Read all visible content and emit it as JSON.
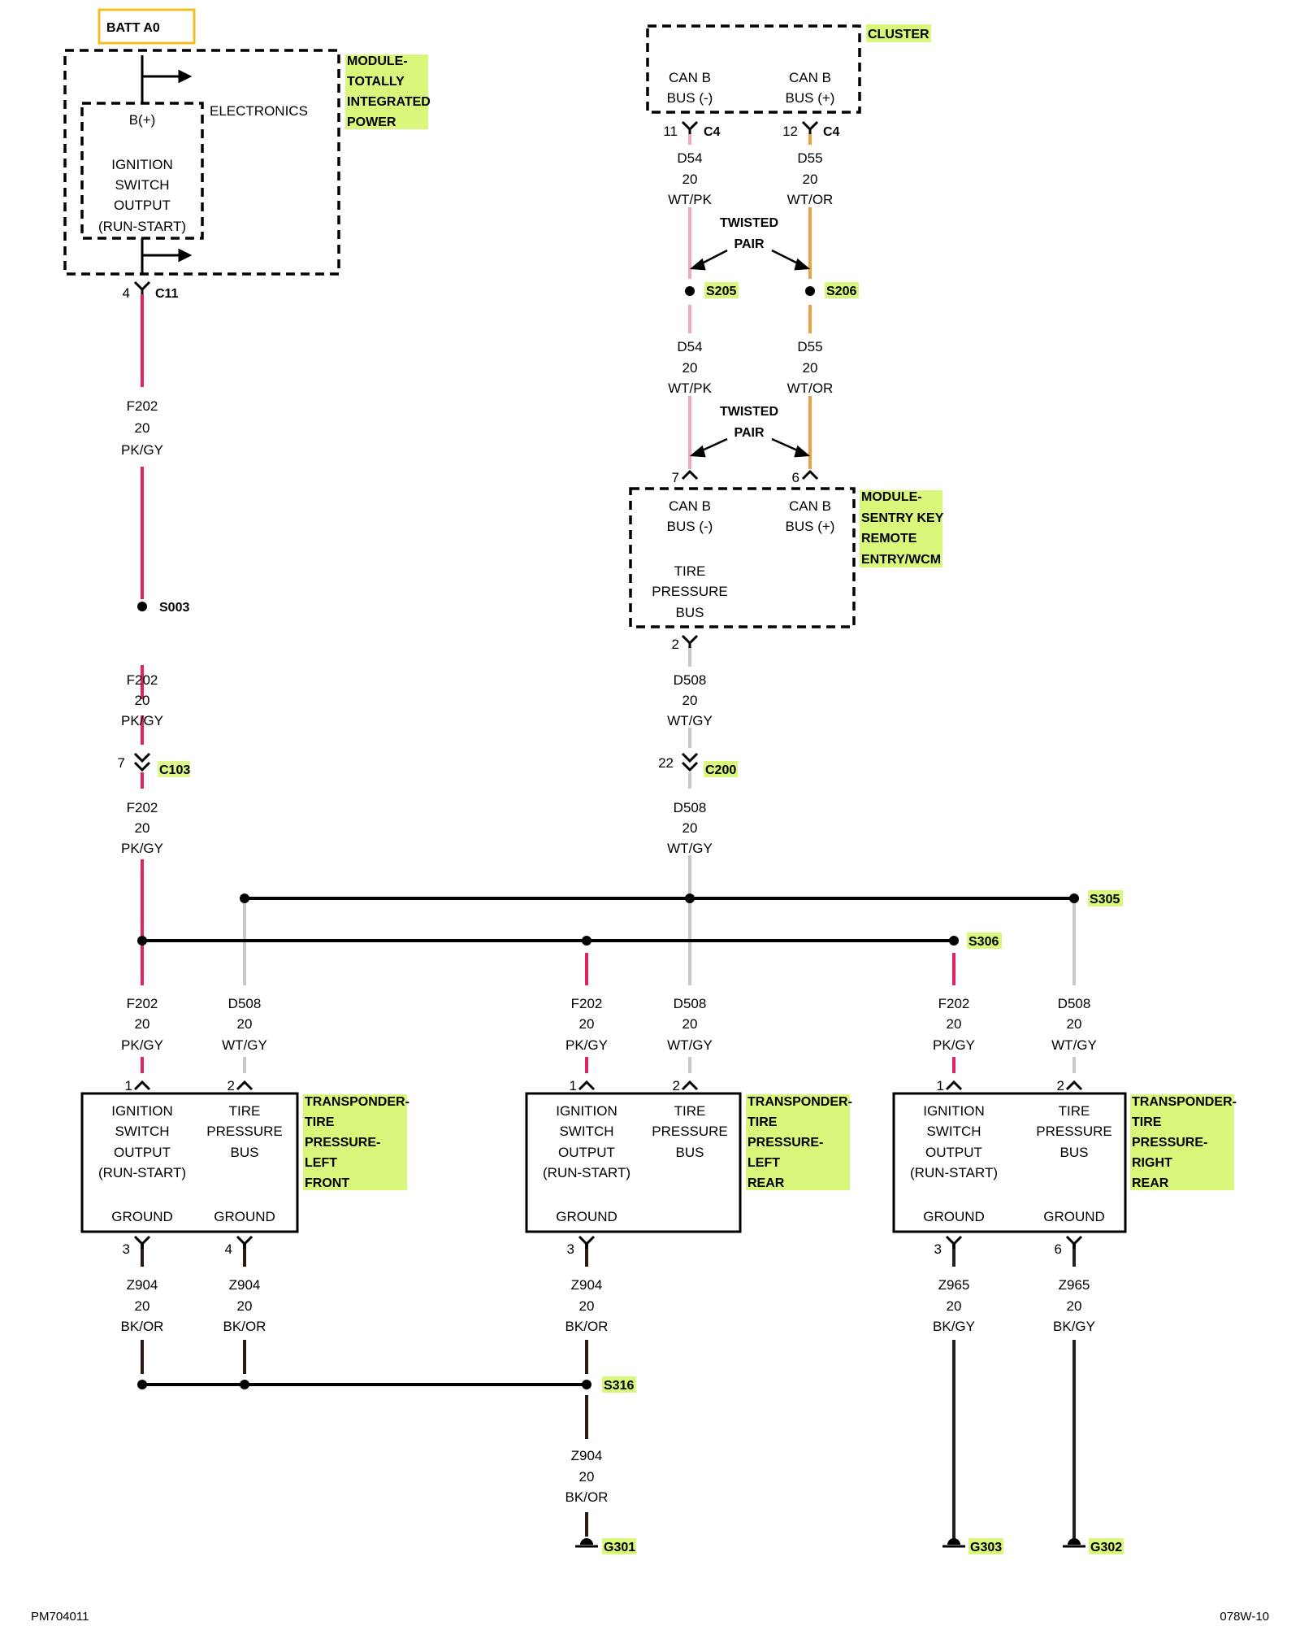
{
  "diagram": {
    "batt_label": "BATT A0",
    "tipm": {
      "title": "MODULE-TOTALLY INTEGRATED POWER",
      "title_lines": [
        "MODULE-",
        "TOTALLY",
        "INTEGRATED",
        "POWER"
      ],
      "electronics": "ELECTRONICS",
      "b_plus": "B(+)",
      "iso_lines": [
        "IGNITION",
        "SWITCH",
        "OUTPUT",
        "(RUN-START)"
      ],
      "pin": "4",
      "connector": "C11"
    },
    "cluster": {
      "title": "CLUSTER",
      "can_minus": [
        "CAN B",
        "BUS (-)"
      ],
      "can_plus": [
        "CAN B",
        "BUS (+)"
      ],
      "pin_left": "11",
      "pin_right": "12",
      "connector": "C4"
    },
    "twisted_pair": [
      "TWISTED",
      "PAIR"
    ],
    "wires": {
      "d54": [
        "D54",
        "20",
        "WT/PK"
      ],
      "d55": [
        "D55",
        "20",
        "WT/OR"
      ],
      "f202": [
        "F202",
        "20",
        "PK/GY"
      ],
      "d508": [
        "D508",
        "20",
        "WT/GY"
      ],
      "z904": [
        "Z904",
        "20",
        "BK/OR"
      ],
      "z965": [
        "Z965",
        "20",
        "BK/GY"
      ]
    },
    "splices": {
      "s205": "S205",
      "s206": "S206",
      "s003": "S003",
      "s305": "S305",
      "s306": "S306",
      "s316": "S316"
    },
    "connectors": {
      "c103": "C103",
      "c103_pin": "7",
      "c200": "C200",
      "c200_pin": "22"
    },
    "skreem": {
      "title_lines": [
        "MODULE-",
        "SENTRY KEY",
        "REMOTE",
        "ENTRY/WCM"
      ],
      "can_minus": [
        "CAN B",
        "BUS (-)"
      ],
      "can_plus": [
        "CAN B",
        "BUS (+)"
      ],
      "tpb": [
        "TIRE",
        "PRESSURE",
        "BUS"
      ],
      "pin_left": "7",
      "pin_right": "6",
      "pin_bottom": "2"
    },
    "sensors": [
      {
        "title_lines": [
          "TRANSPONDER-",
          "TIRE",
          "PRESSURE-",
          "LEFT",
          "FRONT"
        ],
        "iso": [
          "IGNITION",
          "SWITCH",
          "OUTPUT",
          "(RUN-START)"
        ],
        "tpb": [
          "TIRE",
          "PRESSURE",
          "BUS"
        ],
        "ground_left": "GROUND",
        "ground_right": "GROUND",
        "pins": [
          "1",
          "2",
          "3",
          "4"
        ]
      },
      {
        "title_lines": [
          "TRANSPONDER-",
          "TIRE",
          "PRESSURE-",
          "LEFT",
          "REAR"
        ],
        "iso": [
          "IGNITION",
          "SWITCH",
          "OUTPUT",
          "(RUN-START)"
        ],
        "tpb": [
          "TIRE",
          "PRESSURE",
          "BUS"
        ],
        "ground_left": "GROUND",
        "pins": [
          "1",
          "2",
          "3"
        ]
      },
      {
        "title_lines": [
          "TRANSPONDER-",
          "TIRE",
          "PRESSURE-",
          "RIGHT",
          "REAR"
        ],
        "iso": [
          "IGNITION",
          "SWITCH",
          "OUTPUT",
          "(RUN-START)"
        ],
        "tpb": [
          "TIRE",
          "PRESSURE",
          "BUS"
        ],
        "ground_left": "GROUND",
        "ground_right": "GROUND",
        "pins": [
          "1",
          "2",
          "3",
          "6"
        ]
      }
    ],
    "grounds": {
      "g301": "G301",
      "g303": "G303",
      "g302": "G302"
    },
    "footer_left": "PM704011",
    "footer_right": "078W-10",
    "colors": {
      "pk_gy": "#e0245e",
      "wt_pk": "#f0a8c0",
      "wt_or": "#f0a040",
      "wt_gy": "#c8c8c8",
      "bk_or": "#2a1a10",
      "bk_gy": "#222222",
      "highlight": "#d9f77a",
      "batt_box": "#f0c020"
    }
  }
}
